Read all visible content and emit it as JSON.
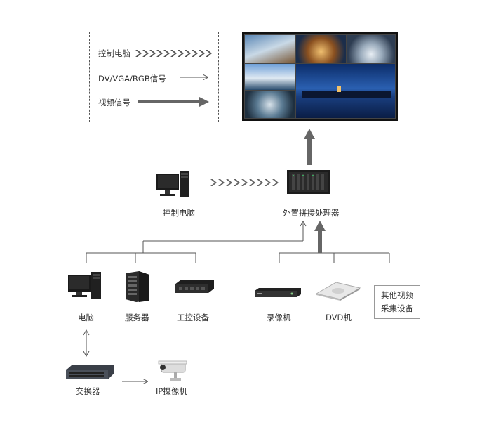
{
  "legend": {
    "control_pc_label": "控制电脑",
    "signal_label": "DV/VGA/RGB信号",
    "video_label": "视频信号"
  },
  "nodes": {
    "control_pc": "控制电脑",
    "processor": "外置拼接处理器",
    "pc": "电脑",
    "server": "服务器",
    "industrial": "工控设备",
    "recorder": "录像机",
    "dvd": "DVD机",
    "other_line1": "其他视频",
    "other_line2": "采集设备",
    "switch": "交换器",
    "ip_camera": "IP摄像机"
  },
  "icons": [
    "video-wall-icon",
    "computer-icon",
    "processor-icon",
    "server-icon",
    "industrial-device-icon",
    "recorder-icon",
    "dvd-player-icon",
    "network-switch-icon",
    "ip-camera-icon"
  ]
}
